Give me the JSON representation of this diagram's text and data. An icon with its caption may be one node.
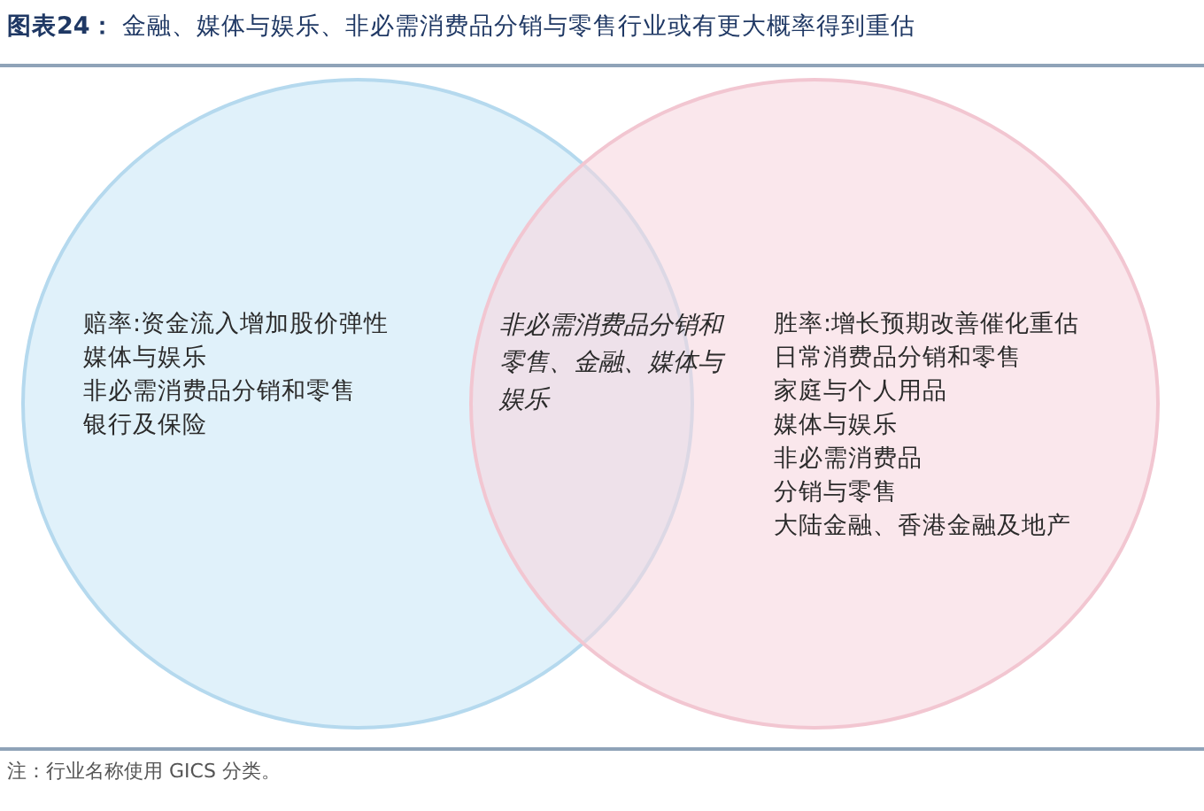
{
  "diagram": {
    "title": "**图表24：**  金融、媒体与娱乐、非必需消费品分销与零售行业或有更大概率得到重估",
    "caption": "注：行业名称使用 GICS 分类。",
    "nodes": [
      {
        "text": [
          "赔率:资金流入增加股价弹性",
          "媒体与娱乐",
          "非必需消费品分销和零售",
          "银行及保险"
        ]
      },
      {
        "text": [
          "胜率:增长预期改善催化重估",
          "日常消费品分销和零售",
          "家庭与个人用品",
          "媒体与娱乐",
          "非必需消费品",
          "分销与零售",
          "大陆金融、香港金融及地产"
        ]
      }
    ],
    "labels": [
      "非必需消费品分销和零售、金融、媒体与娱乐"
    ]
  }
}
